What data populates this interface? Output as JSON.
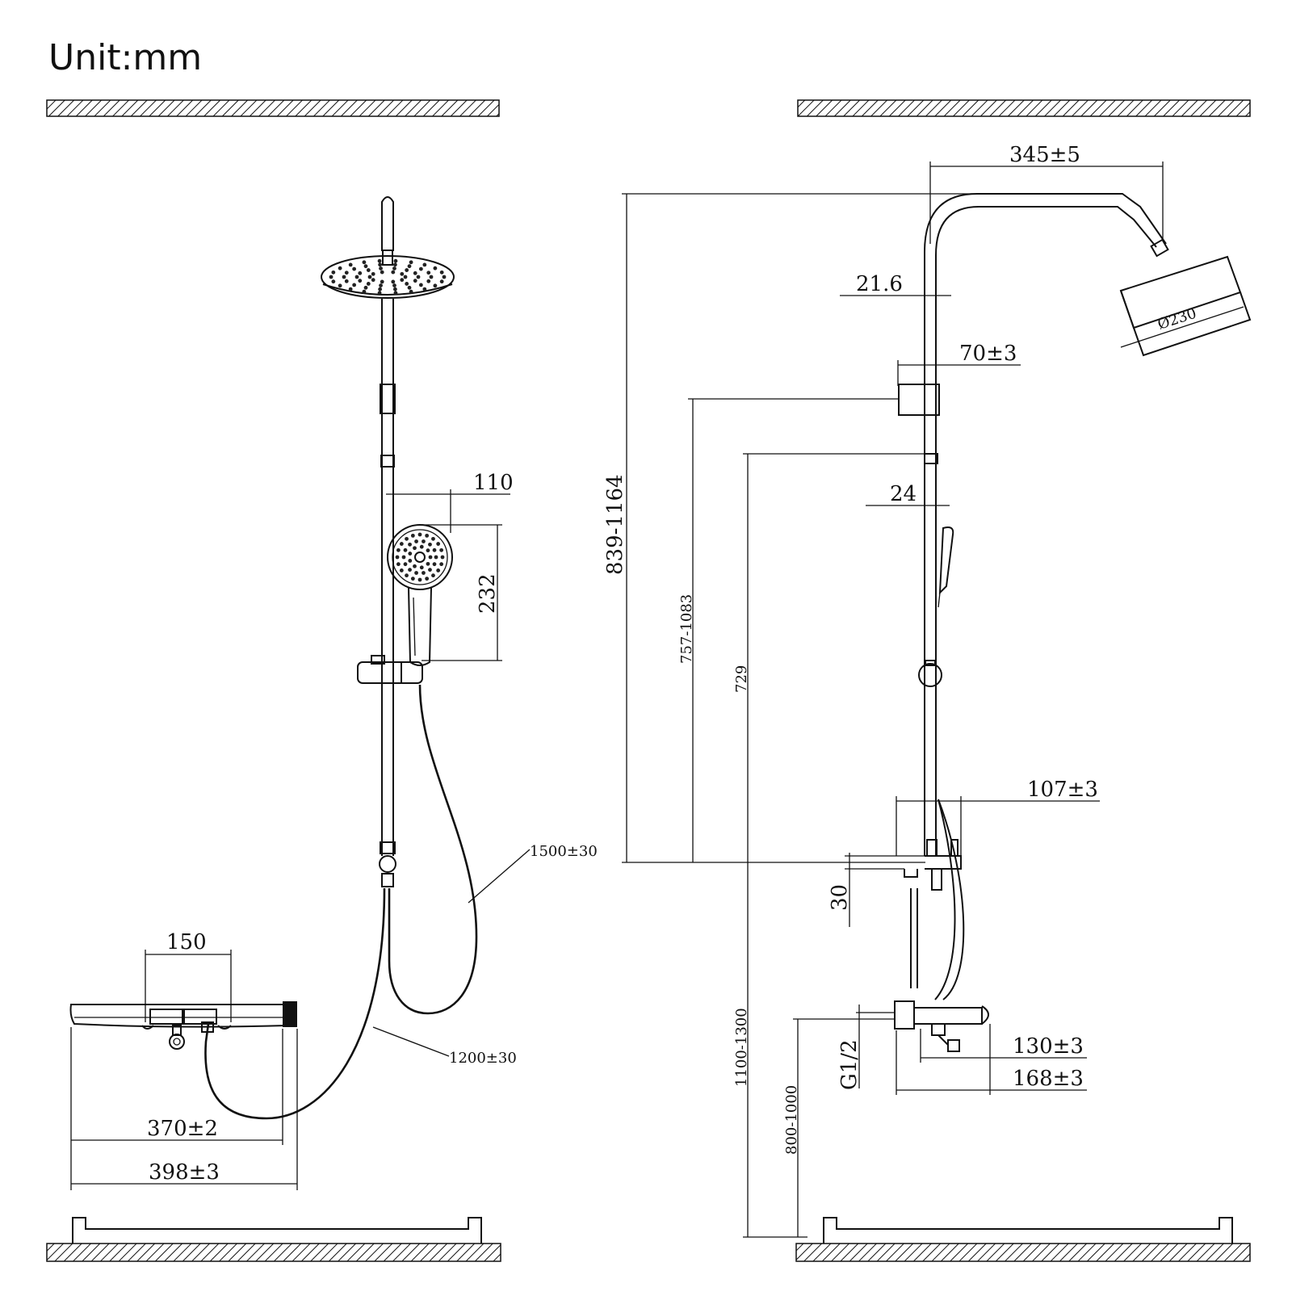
{
  "unit_label": "Unit:mm",
  "front_view": {
    "handshower_holder_offset": "110",
    "handshower_length": "232",
    "valve_spacing": "150",
    "hose_upper": "1500±30",
    "hose_lower": "1200±30",
    "shelf_width": "370±2",
    "overall_width": "398±3"
  },
  "side_view": {
    "arm_projection": "345±5",
    "rail_diameter": "21.6",
    "bracket_depth": "70±3",
    "head_diameter": "Ø230",
    "rail_spacing": "24",
    "height_range_total": "839-1164",
    "height_range_bracket": "757-1083",
    "height_slider": "729",
    "outlet_depth": "107±3",
    "outlet_height": "30",
    "inlet_range": "1100-1300",
    "thread": "G1/2",
    "floor_range": "800-1000",
    "body_depth": "130±3",
    "total_depth": "168±3"
  },
  "colors": {
    "line": "#111111",
    "background": "#ffffff"
  }
}
